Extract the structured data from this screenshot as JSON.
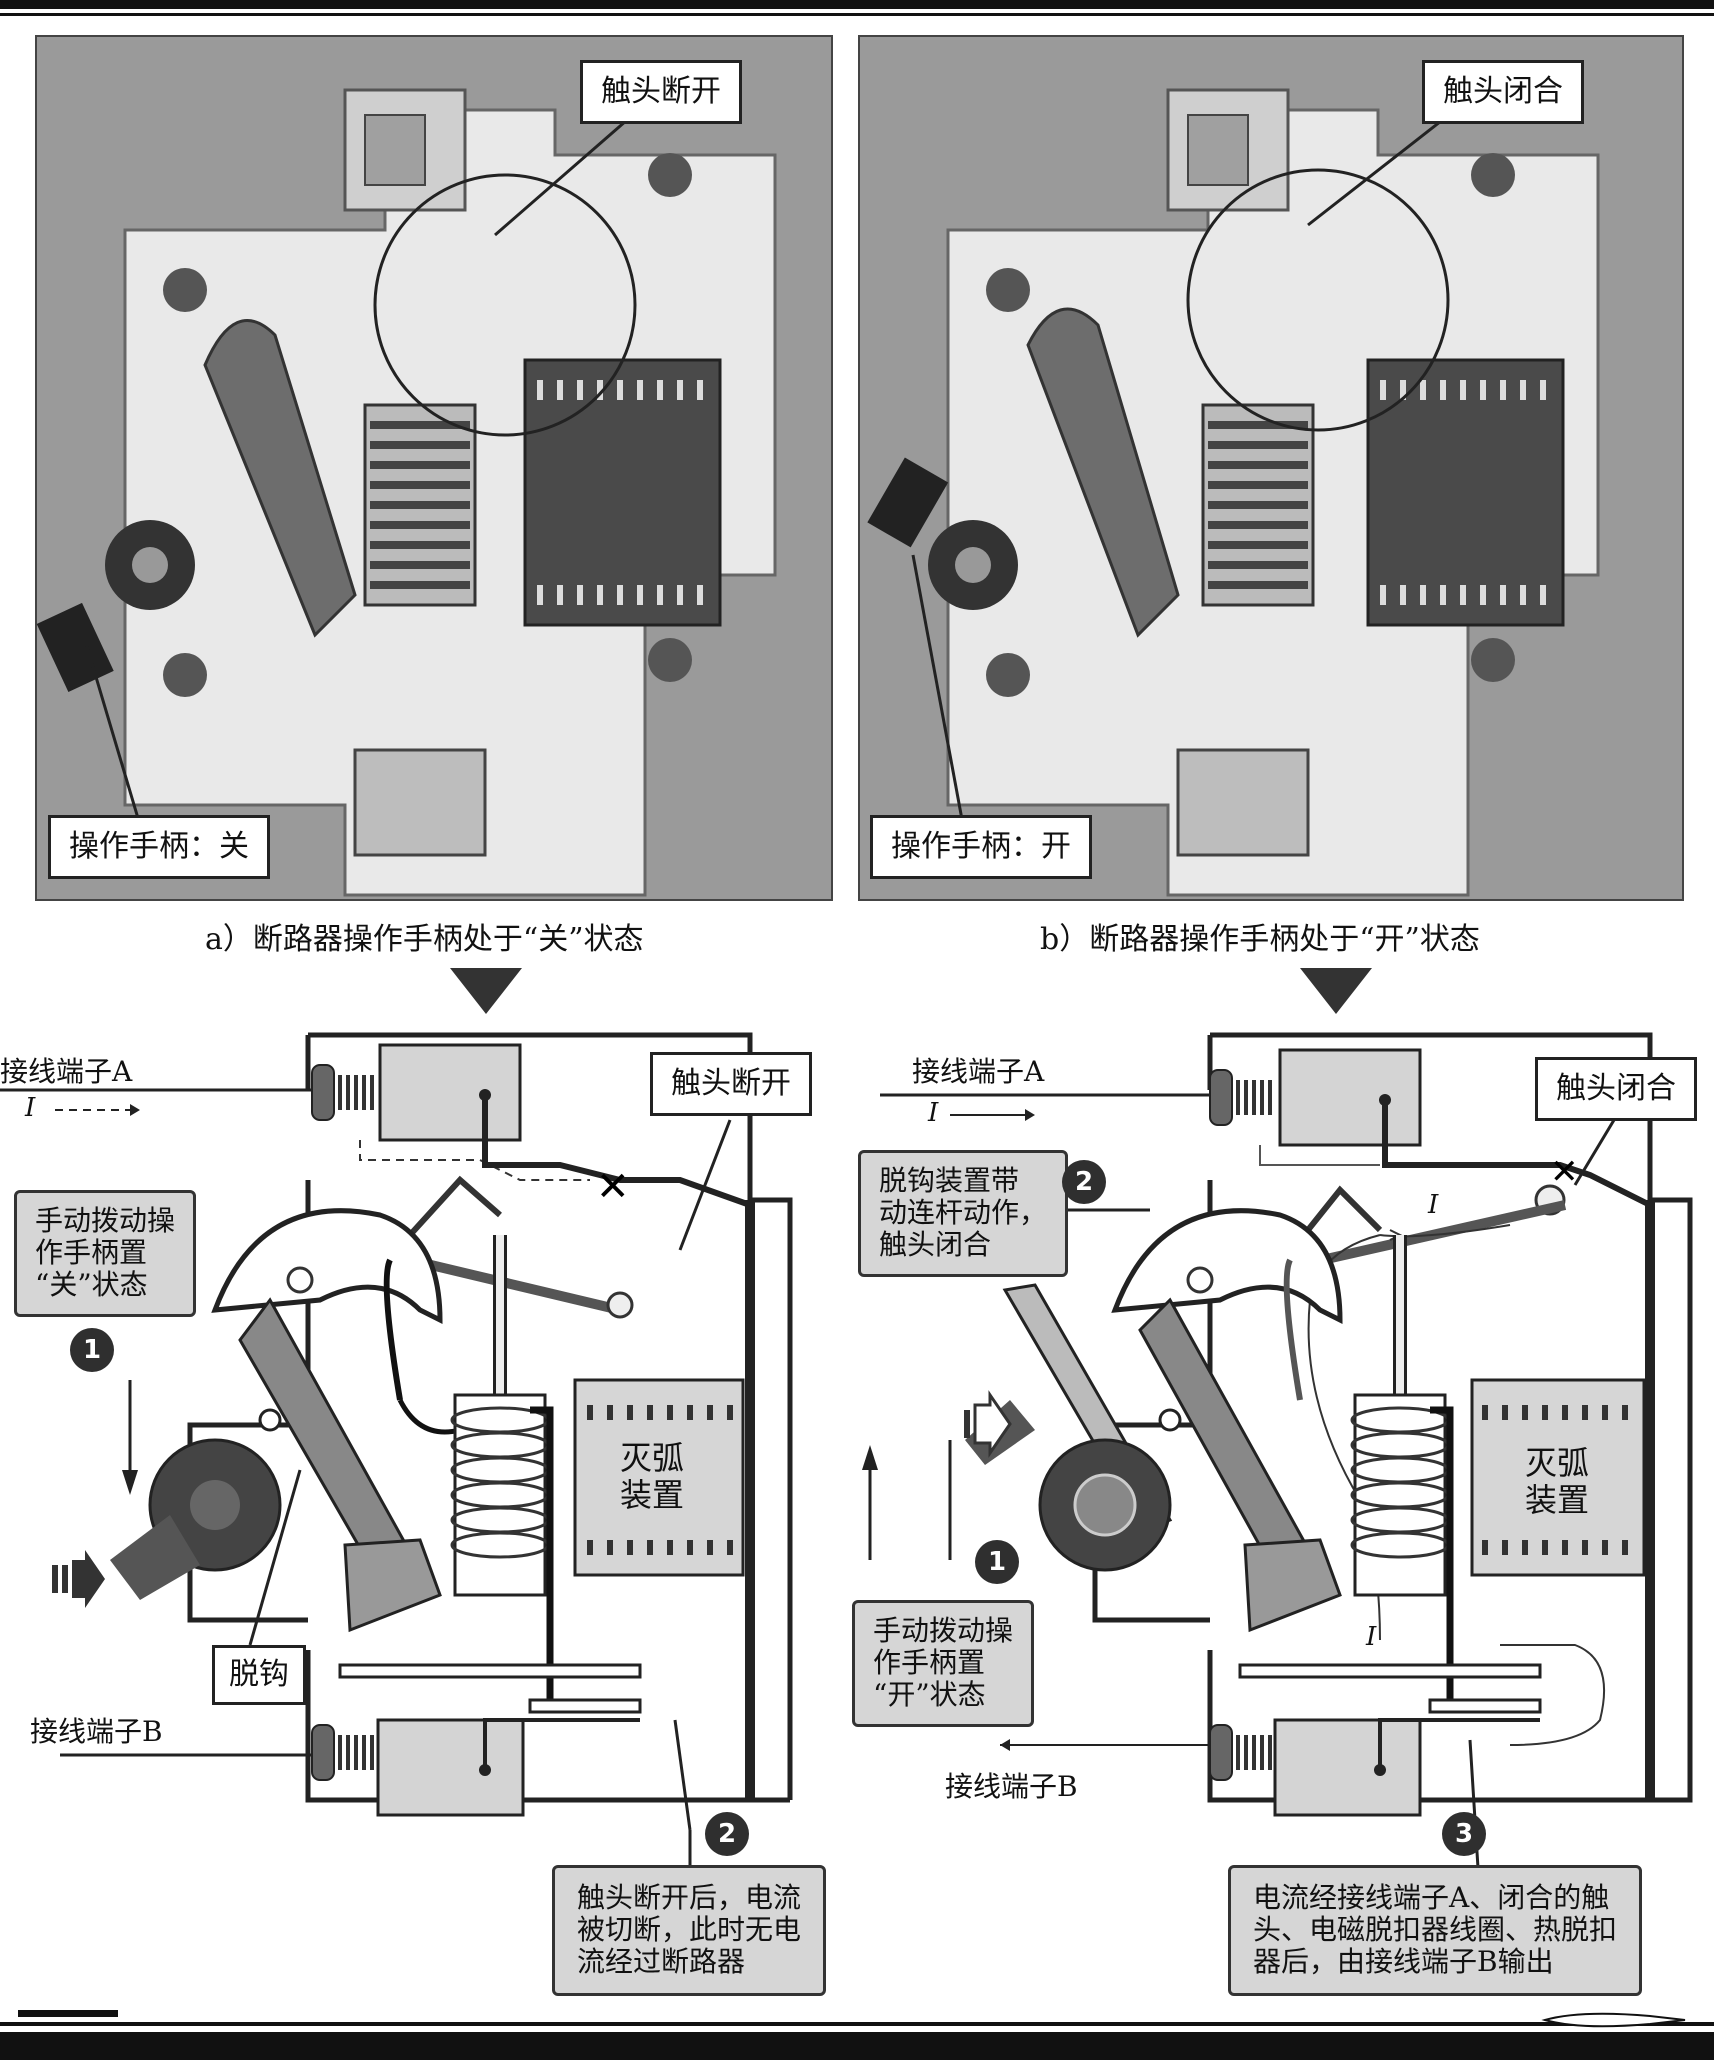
{
  "photos": {
    "left": {
      "contact_label": "触头断开",
      "handle_label": "操作手柄：关",
      "caption": "a）断路器操作手柄处于“关”状态"
    },
    "right": {
      "contact_label": "触头闭合",
      "handle_label": "操作手柄：开",
      "caption": "b）断路器操作手柄处于“开”状态"
    }
  },
  "diagram_left": {
    "terminal_a": "接线端子A",
    "terminal_b": "接线端子B",
    "current_symbol": "I",
    "contact_label": "触头断开",
    "step1_badge": "1",
    "step1_lines": [
      "手动拨动操",
      "作手柄置",
      "“关”状态"
    ],
    "trip_label": "脱钩",
    "arc_lines": [
      "灭弧",
      "装置"
    ],
    "step2_badge": "2",
    "step2_lines": [
      "触头断开后，电流",
      "被切断，此时无电",
      "流经过断路器"
    ]
  },
  "diagram_right": {
    "terminal_a": "接线端子A",
    "terminal_b": "接线端子B",
    "current_symbol": "I",
    "contact_label": "触头闭合",
    "step2_badge": "2",
    "step2_lines": [
      "脱钩装置带",
      "动连杆动作，",
      "触头闭合"
    ],
    "step1_badge": "1",
    "step1_lines": [
      "手动拨动操",
      "作手柄置",
      "“开”状态"
    ],
    "arc_lines": [
      "灭弧",
      "装置"
    ],
    "step3_badge": "3",
    "step3_lines": [
      "电流经接线端子A、闭合的触",
      "头、电磁脱扣器线圈、热脱扣",
      "器后，由接线端子B输出"
    ]
  },
  "colors": {
    "panel_bg": "#9a9a9a",
    "callout_bg": "#d6d6d6",
    "housing_line": "#222222",
    "handle_dark": "#555555"
  }
}
